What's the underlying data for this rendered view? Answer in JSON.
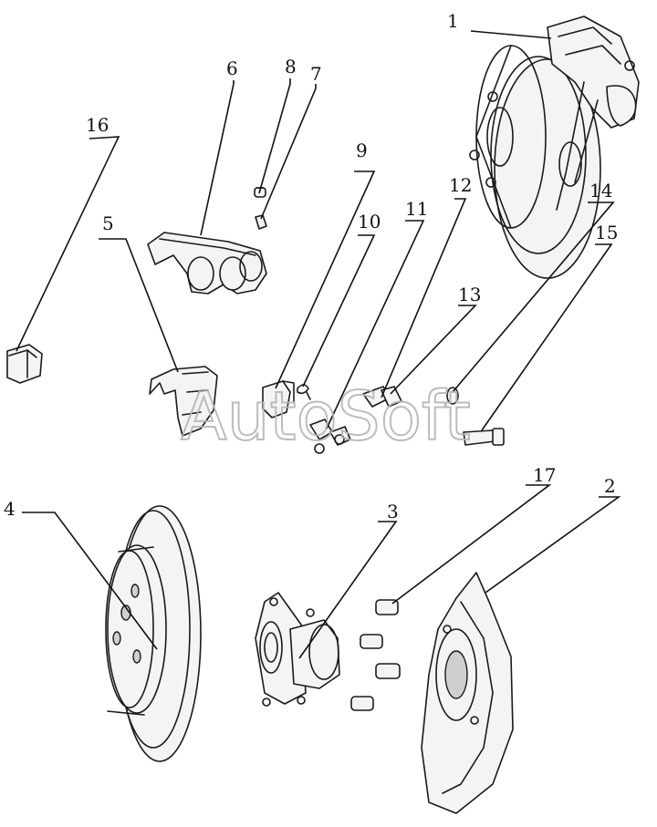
{
  "watermark": "AutoSoft",
  "callouts": [
    {
      "id": "1",
      "label": "1"
    },
    {
      "id": "2",
      "label": "2"
    },
    {
      "id": "3",
      "label": "3"
    },
    {
      "id": "4",
      "label": "4"
    },
    {
      "id": "5",
      "label": "5"
    },
    {
      "id": "6",
      "label": "6"
    },
    {
      "id": "7",
      "label": "7"
    },
    {
      "id": "8",
      "label": "8"
    },
    {
      "id": "9",
      "label": "9"
    },
    {
      "id": "10",
      "label": "10"
    },
    {
      "id": "11",
      "label": "11"
    },
    {
      "id": "12",
      "label": "12"
    },
    {
      "id": "13",
      "label": "13"
    },
    {
      "id": "14",
      "label": "14"
    },
    {
      "id": "15",
      "label": "15"
    },
    {
      "id": "16",
      "label": "16"
    },
    {
      "id": "17",
      "label": "17"
    }
  ]
}
